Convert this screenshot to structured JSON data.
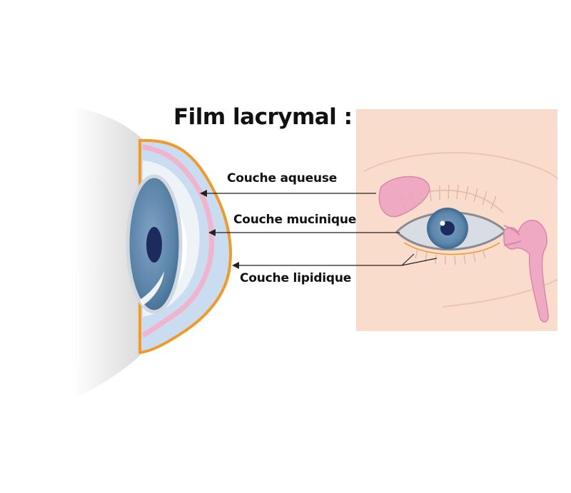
{
  "title": "Film lacrymal :",
  "labels": {
    "aqueous": "Couche aqueuse",
    "mucin": "Couche mucinique",
    "lipid": "Couche lipidique"
  },
  "colors": {
    "panel": "#f9dccb",
    "tear_film_aqueous": "#c9dcf0",
    "mucin_layer": "#f2b3cc",
    "lipid_layer": "#f09a28",
    "iris": "#5d86aa",
    "pupil": "#1d2a5e",
    "gland": "#efa9c3"
  }
}
